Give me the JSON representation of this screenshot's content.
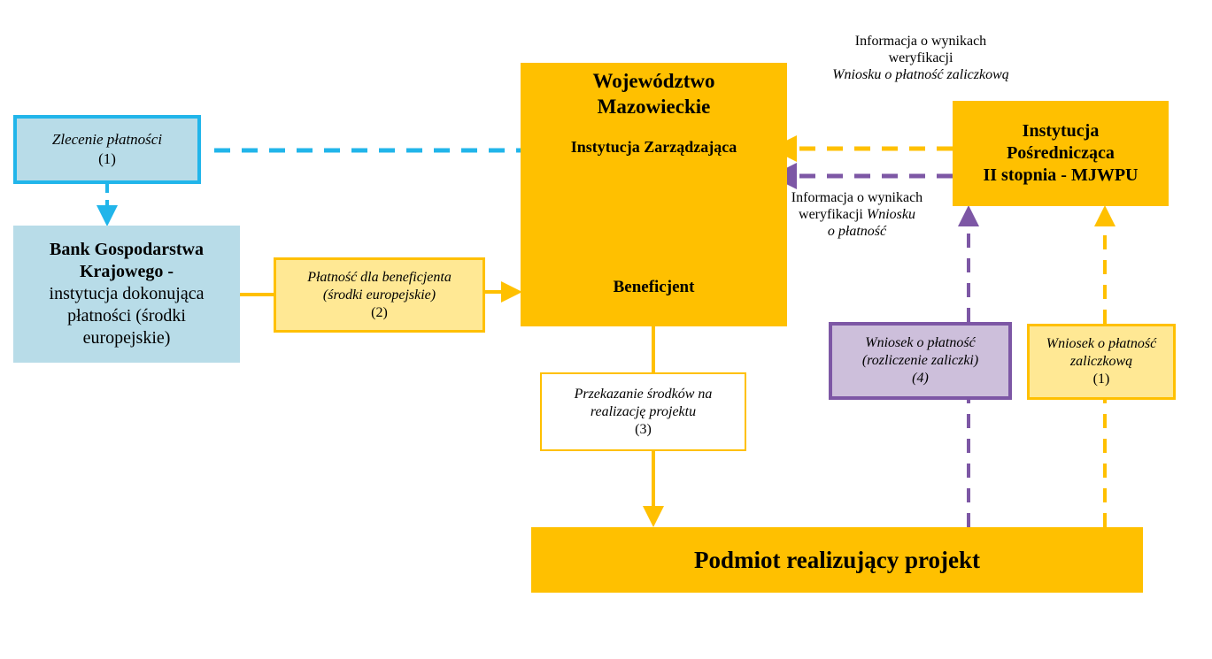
{
  "nodes": {
    "order": {
      "title": "Zlecenie płatności",
      "num": "(1)"
    },
    "bgk": {
      "title_bold": "Bank Gospodarstwa Krajowego -",
      "rest": "instytucja dokonująca płatności (środki europejskie)"
    },
    "payment": {
      "line1": "Płatność dla beneficjenta",
      "line2": "(środki europejskie)",
      "num": "(2)"
    },
    "woj": {
      "line1": "Województwo",
      "line2": "Mazowieckie",
      "iz": "Instytucja Zarządzająca",
      "benef": "Beneficjent"
    },
    "ipii": {
      "line1": "Instytucja",
      "line2": "Pośrednicząca",
      "line3": "II stopnia - MJWPU"
    },
    "transfer": {
      "line1": "Przekazanie środków na",
      "line2": "realizację projektu",
      "num": "(3)"
    },
    "wn4": {
      "line1": "Wniosek o płatność",
      "line2": "(rozliczenie zaliczki)",
      "num": "(4)"
    },
    "wn1": {
      "line1": "Wniosek o płatność",
      "line2": "zaliczkową",
      "num": "(1)"
    },
    "podmiot": {
      "label": "Podmiot realizujący projekt"
    }
  },
  "labels": {
    "info_top": {
      "line1": "Informacja o wynikach",
      "line2": "weryfikacji",
      "line3": "Wniosku o płatność zaliczkową"
    },
    "info_mid": {
      "line1": "Informacja o wynikach",
      "line2_plain": "weryfikacji ",
      "line2_italic": "Wniosku",
      "line3": "o płatność"
    }
  },
  "colors": {
    "gold": "#ffc000",
    "light_gold": "#ffe894",
    "cyan": "#21b5ea",
    "light_blue": "#b8dce8",
    "purple": "#7d57a5",
    "light_purple": "#cdbfdb"
  }
}
